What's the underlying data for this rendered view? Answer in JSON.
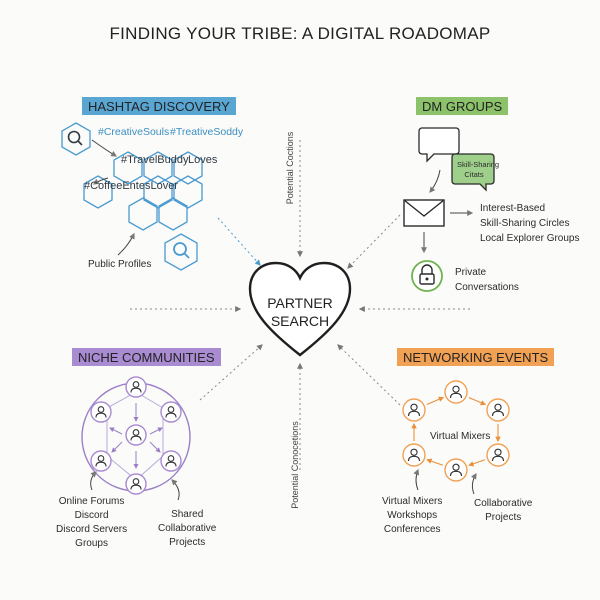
{
  "title": "FINDING YOUR TRIBE: A DIGITAL ROADOMAP",
  "center": {
    "line1": "PARTNER",
    "line2": "SEARCH"
  },
  "connections": {
    "top_label": "Potential Coctions",
    "bottom_label": "Potential Conocetions"
  },
  "hashtag": {
    "heading": "HASHTAG DISCOVERY",
    "tags": [
      "#CreativeSouls",
      "#TreativeSoddy",
      "#TravelBuddy",
      "Loves",
      "#CoffeeEntesLover"
    ],
    "public_profiles": "Public Profiles",
    "color": "#5aa6d3"
  },
  "dm": {
    "heading": "DM GROUPS",
    "bubble_text": [
      "Skill-Sharing",
      "Citats"
    ],
    "list": [
      "Interest-Based",
      "Skill-Sharing Circles",
      "Local Explorer Groups"
    ],
    "private": [
      "Private",
      "Conversations"
    ],
    "color": "#8cc36a"
  },
  "niche": {
    "heading": "NICHE COMMUNITIES",
    "left_list": [
      "Online Forums",
      "Discord",
      "Discord Servers",
      "Groups"
    ],
    "right_list": [
      "Shared",
      "Collaborative",
      "Projects"
    ],
    "color": "#a98bd1"
  },
  "networking": {
    "heading": "NETWORKING EVENTS",
    "center_label": "Virtual Mixers",
    "left_list": [
      "Virtual Mixers",
      "Workshops",
      "Conferences"
    ],
    "right_list": [
      "Collaborative",
      "Projects"
    ],
    "color": "#f0a154"
  }
}
